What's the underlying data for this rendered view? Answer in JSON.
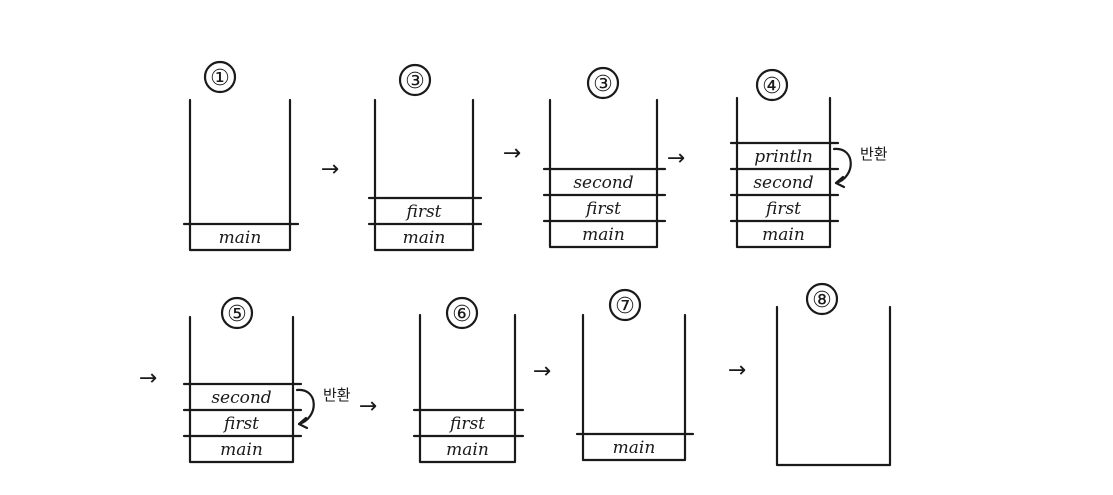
{
  "stages": [
    {
      "step": "①",
      "frames": [
        "main"
      ],
      "note": ""
    },
    {
      "step": "③",
      "frames": [
        "first",
        "main"
      ],
      "note": ""
    },
    {
      "step": "③",
      "frames": [
        "second",
        "first",
        "main"
      ],
      "note": ""
    },
    {
      "step": "④",
      "frames": [
        "println",
        "second",
        "first",
        "main"
      ],
      "note": "반환"
    },
    {
      "step": "⑤",
      "frames": [
        "second",
        "first",
        "main"
      ],
      "note": "반환"
    },
    {
      "step": "⑥",
      "frames": [
        "first",
        "main"
      ],
      "note": ""
    },
    {
      "step": "⑦",
      "frames": [
        "main"
      ],
      "note": ""
    },
    {
      "step": "⑧",
      "frames": [],
      "note": ""
    }
  ],
  "arrow_symbol": "→"
}
